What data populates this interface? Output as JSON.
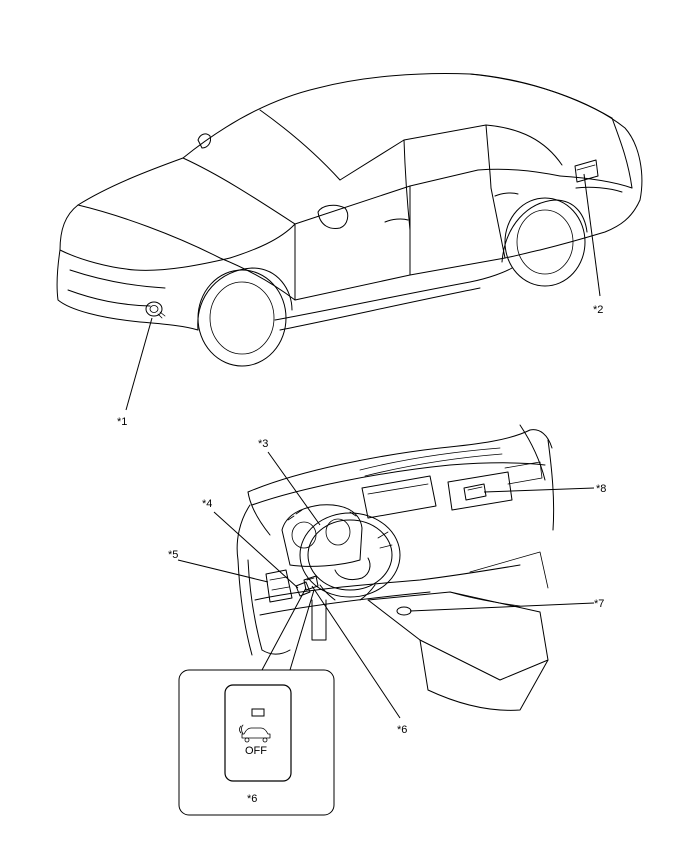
{
  "callouts": [
    {
      "id": "1",
      "label": "*1"
    },
    {
      "id": "2",
      "label": "*2"
    },
    {
      "id": "3",
      "label": "*3"
    },
    {
      "id": "4",
      "label": "*4"
    },
    {
      "id": "5",
      "label": "*5"
    },
    {
      "id": "6",
      "label": "*6"
    },
    {
      "id": "7",
      "label": "*7"
    },
    {
      "id": "8",
      "label": "*8"
    }
  ],
  "inset": {
    "label": "*6",
    "switch_text": "OFF"
  }
}
